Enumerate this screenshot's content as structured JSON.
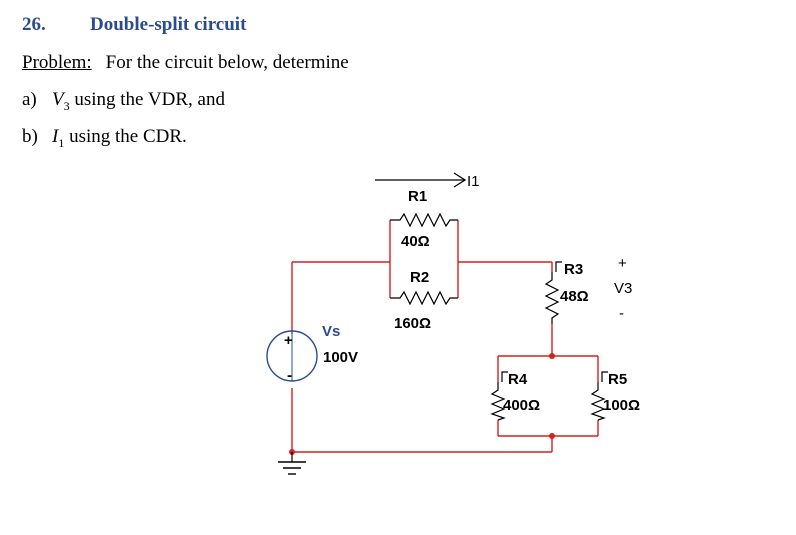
{
  "heading": {
    "number": "26.",
    "title": "Double-split circuit"
  },
  "problem": {
    "label": "Problem:",
    "text": "For the circuit below, determine"
  },
  "questions": {
    "a": {
      "letter": "a)",
      "var": "V",
      "sub": "3",
      "text": " using the VDR, and"
    },
    "b": {
      "letter": "b)",
      "var": "I",
      "sub": "1",
      "text": " using the CDR."
    }
  },
  "circuit": {
    "current_label": "I1",
    "r1": {
      "name": "R1",
      "value": "40Ω"
    },
    "r2": {
      "name": "R2",
      "value": "160Ω"
    },
    "r3": {
      "name": "R3",
      "value": "48Ω"
    },
    "r4": {
      "name": "R4",
      "value": "400Ω"
    },
    "r5": {
      "name": "R5",
      "value": "100Ω"
    },
    "vs": {
      "name": "Vs",
      "value": "100V",
      "plus": "+",
      "minus": "-"
    },
    "v3": {
      "name": "V3",
      "plus": "+",
      "minus": "-"
    },
    "colors": {
      "wire": "#d42020",
      "component": "#000000",
      "heading": "#2b4c8c"
    }
  }
}
